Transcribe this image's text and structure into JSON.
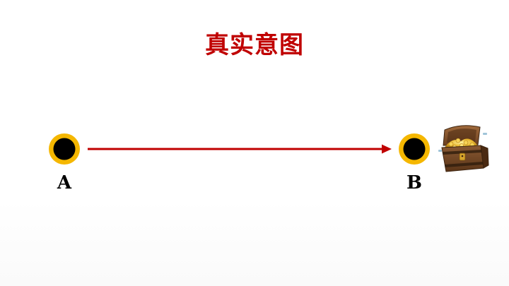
{
  "title": "真实意图",
  "points": {
    "a": {
      "label": "A"
    },
    "b": {
      "label": "B"
    }
  },
  "colors": {
    "title": "#c00000",
    "arrow": "#c00000",
    "point_ring": "#f5b700",
    "point_core": "#000000"
  },
  "icons": {
    "treasure": "treasure-chest-icon"
  }
}
